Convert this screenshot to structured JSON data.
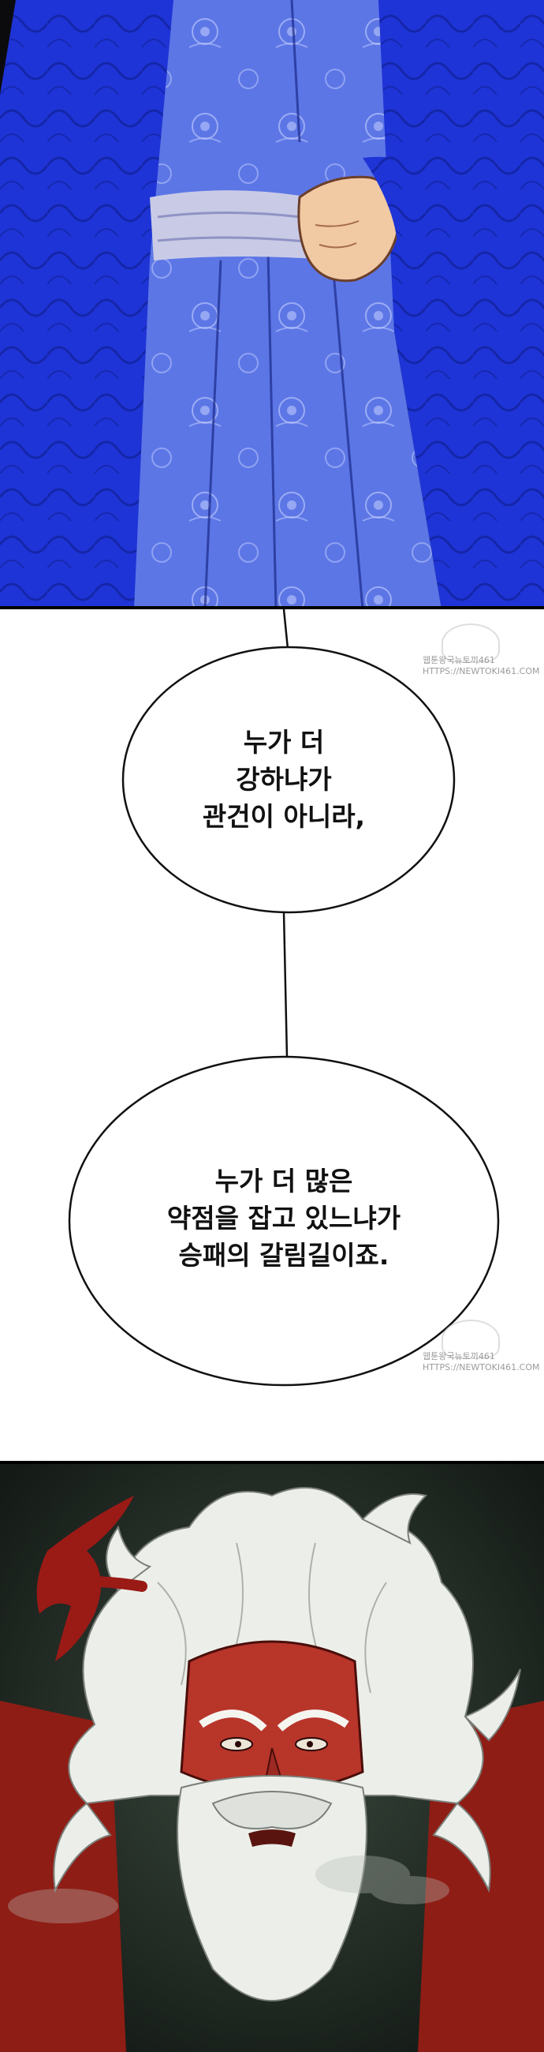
{
  "panels": {
    "top": {},
    "bottom": {}
  },
  "bubbles": [
    {
      "lines": [
        "누가 더",
        "강하냐가",
        "관건이 아니라,"
      ]
    },
    {
      "lines": [
        "누가 더 많은",
        "약점을 잡고 있느냐가",
        "승패의 갈림길이죠."
      ]
    }
  ],
  "watermarks": [
    {
      "lines": [
        "웹툰왕국뉴토끼461",
        "HTTPS://NEWTOKI461.COM"
      ]
    },
    {
      "lines": [
        "웹툰왕국뉴토끼461",
        "HTTPS://NEWTOKI461.COM"
      ]
    }
  ],
  "colors": {
    "robe_blue": "#1f34d6",
    "robe_light": "#6f86ee",
    "sash": "#c9cbe6",
    "skin": "#f1c9a3",
    "face_red": "#b8352a",
    "hair_white": "#ecefe9",
    "background_dark": "#17201a",
    "glyph_red": "#9a1a16"
  }
}
